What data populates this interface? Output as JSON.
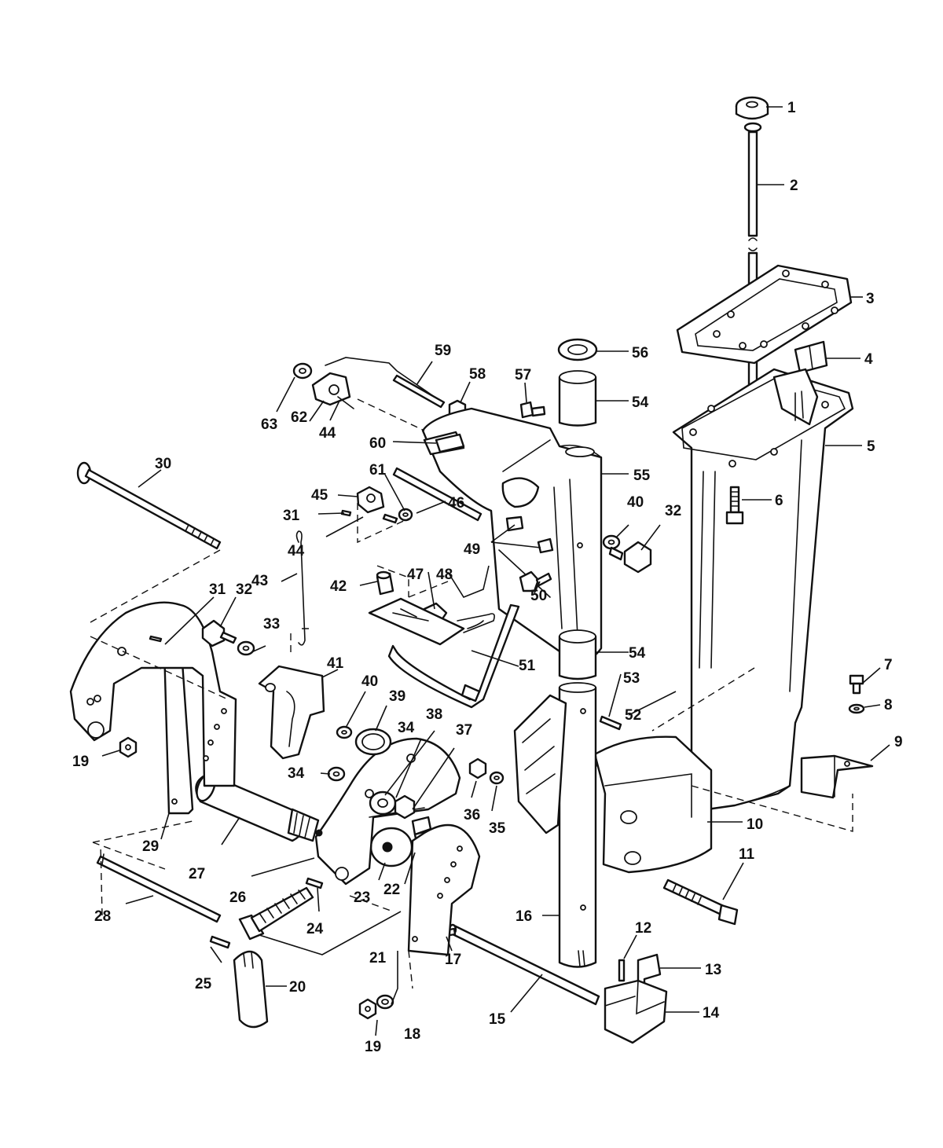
{
  "callouts": [
    {
      "n": "1"
    },
    {
      "n": "2"
    },
    {
      "n": "3"
    },
    {
      "n": "4"
    },
    {
      "n": "5"
    },
    {
      "n": "6"
    },
    {
      "n": "7"
    },
    {
      "n": "8"
    },
    {
      "n": "9"
    },
    {
      "n": "10"
    },
    {
      "n": "11"
    },
    {
      "n": "12"
    },
    {
      "n": "13"
    },
    {
      "n": "14"
    },
    {
      "n": "15"
    },
    {
      "n": "16"
    },
    {
      "n": "17"
    },
    {
      "n": "18"
    },
    {
      "n": "19"
    },
    {
      "n": "19"
    },
    {
      "n": "20"
    },
    {
      "n": "21"
    },
    {
      "n": "22"
    },
    {
      "n": "23"
    },
    {
      "n": "24"
    },
    {
      "n": "25"
    },
    {
      "n": "26"
    },
    {
      "n": "27"
    },
    {
      "n": "28"
    },
    {
      "n": "29"
    },
    {
      "n": "30"
    },
    {
      "n": "31"
    },
    {
      "n": "31"
    },
    {
      "n": "32"
    },
    {
      "n": "32"
    },
    {
      "n": "33"
    },
    {
      "n": "34"
    },
    {
      "n": "34"
    },
    {
      "n": "35"
    },
    {
      "n": "36"
    },
    {
      "n": "37"
    },
    {
      "n": "38"
    },
    {
      "n": "39"
    },
    {
      "n": "40"
    },
    {
      "n": "40"
    },
    {
      "n": "41"
    },
    {
      "n": "42"
    },
    {
      "n": "43"
    },
    {
      "n": "44"
    },
    {
      "n": "44"
    },
    {
      "n": "45"
    },
    {
      "n": "46"
    },
    {
      "n": "47"
    },
    {
      "n": "48"
    },
    {
      "n": "49"
    },
    {
      "n": "50"
    },
    {
      "n": "51"
    },
    {
      "n": "52"
    },
    {
      "n": "53"
    },
    {
      "n": "54"
    },
    {
      "n": "54"
    },
    {
      "n": "55"
    },
    {
      "n": "56"
    },
    {
      "n": "57"
    },
    {
      "n": "58"
    },
    {
      "n": "59"
    },
    {
      "n": "60"
    },
    {
      "n": "61"
    },
    {
      "n": "62"
    },
    {
      "n": "63"
    }
  ]
}
